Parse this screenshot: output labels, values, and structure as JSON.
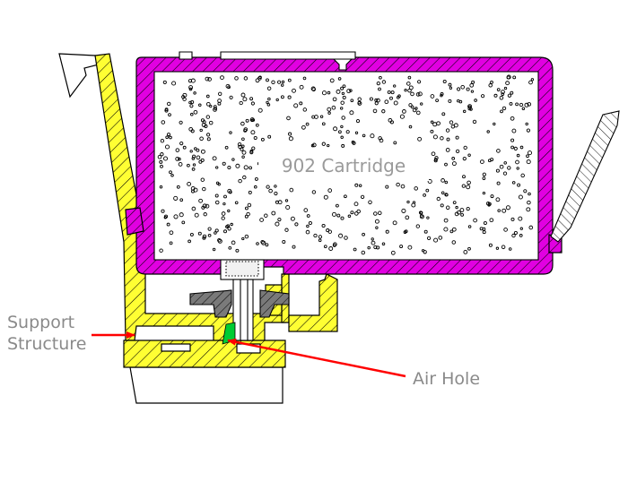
{
  "diagram": {
    "title": "902 Cartridge",
    "labels": {
      "support_line1": "Support",
      "support_line2": "Structure",
      "air_hole": "Air Hole"
    },
    "colors": {
      "cartridge_shell": "#e100e1",
      "support_structure": "#ffff33",
      "outline": "#000000",
      "air_hole": "#00cc33",
      "arrow": "#ff0000",
      "seal": "#7a7a7a",
      "label_text": "#8a8a8a"
    }
  }
}
